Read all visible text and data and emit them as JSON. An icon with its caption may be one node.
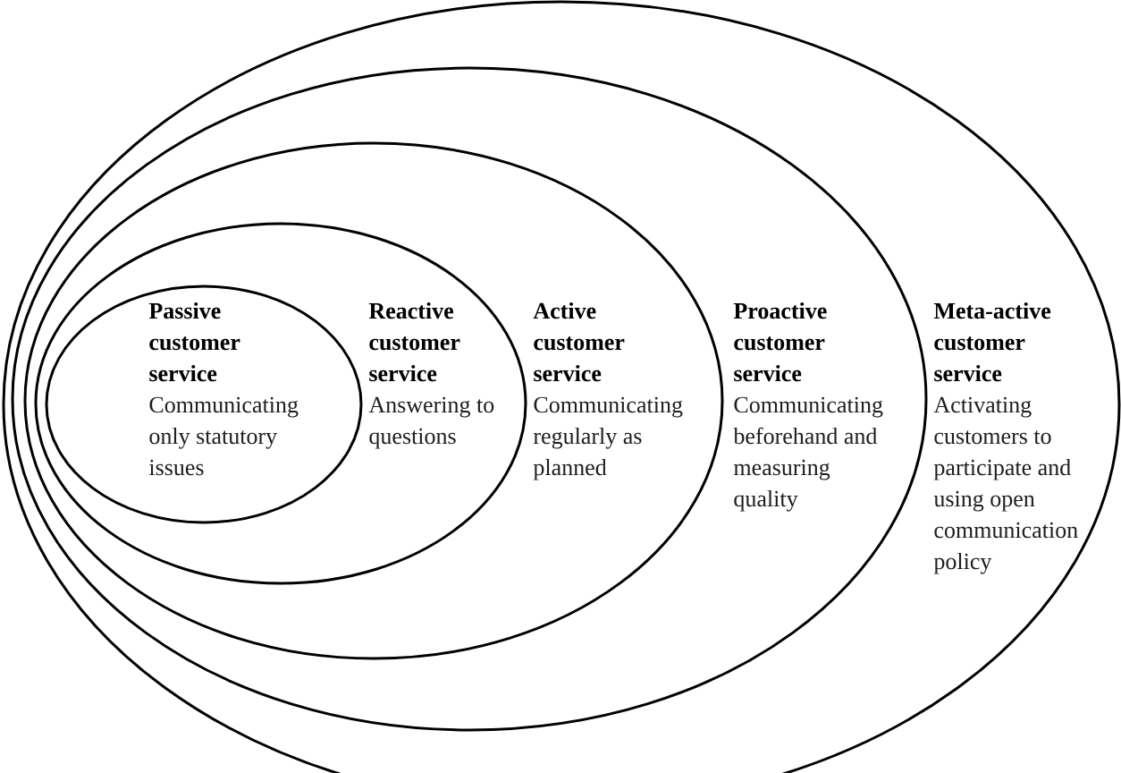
{
  "diagram": {
    "nodes": [
      {
        "text": [
          "Meta-active customer service",
          "Activating customers to participate and using open communication policy"
        ]
      },
      {
        "text": [
          "Proactive customer service",
          "Communicating beforehand and measuring quality"
        ],
        "in": 0
      },
      {
        "text": [
          "Active customer service",
          "Communicating regularly as planned"
        ],
        "in": 1
      },
      {
        "text": [
          "Reactive customer service",
          "Answering to questions"
        ],
        "in": 2
      },
      {
        "text": [
          "Passive customer service",
          "Communicating only statutory issues"
        ],
        "in": 3
      }
    ]
  }
}
